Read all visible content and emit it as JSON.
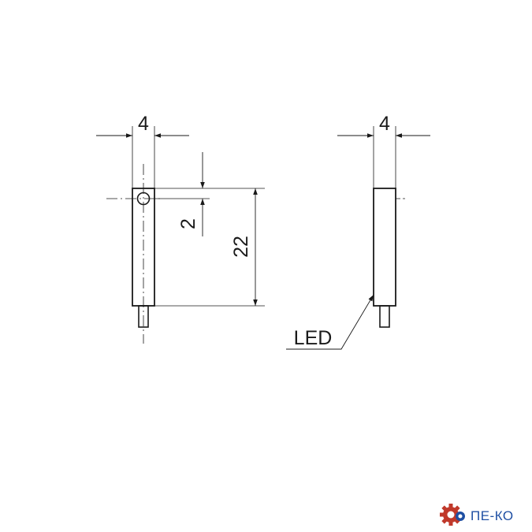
{
  "drawing": {
    "front_view": {
      "width_dim": "4",
      "hole_offset_dim": "2",
      "height_dim": "22"
    },
    "side_view": {
      "width_dim": "4",
      "led_label": "LED"
    }
  },
  "logo": {
    "text": "ПЕ-КО",
    "gear_color": "#c0392b",
    "text_color": "#1f4fa3",
    "icon": "gear-icon"
  }
}
